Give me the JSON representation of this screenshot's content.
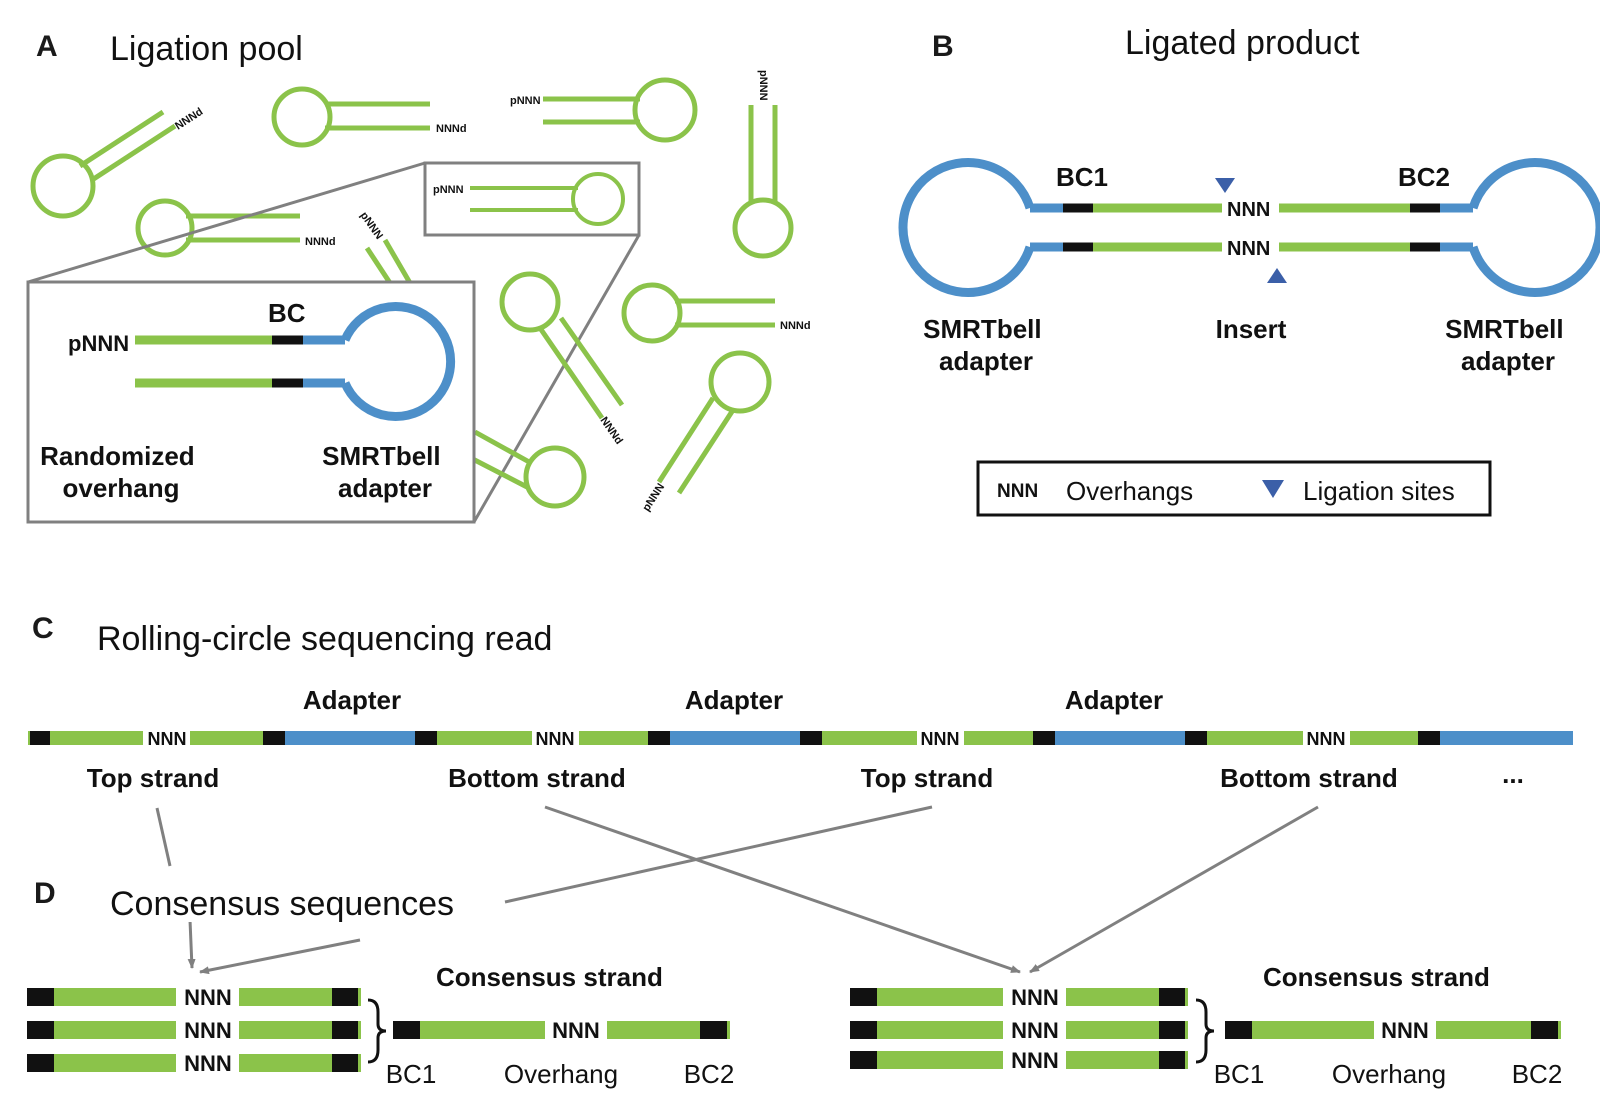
{
  "colors": {
    "green": "#8bc34a",
    "blue": "#4d8fc9",
    "black": "#111111",
    "gray": "#808080",
    "triangle": "#3b5fa8"
  },
  "panel_a": {
    "letter": "A",
    "title": "Ligation pool",
    "hairpin_label_p": "pNNN",
    "hairpin_label_d": "NNNd",
    "zoom": {
      "left_label": "pNNN",
      "bc_label": "BC",
      "randomized_line1": "Randomized",
      "randomized_line2": "overhang",
      "smrt_line1": "SMRTbell",
      "smrt_line2": "adapter"
    }
  },
  "panel_b": {
    "letter": "B",
    "title": "Ligated product",
    "bc1": "BC1",
    "bc2": "BC2",
    "nnn_top": "NNN",
    "nnn_bottom": "NNN",
    "left_line1": "SMRTbell",
    "left_line2": "adapter",
    "insert": "Insert",
    "right_line1": "SMRTbell",
    "right_line2": "adapter",
    "legend": {
      "nnn": "NNN",
      "overhangs": "Overhangs",
      "ligation": "Ligation  sites"
    }
  },
  "panel_c": {
    "letter": "C",
    "title": "Rolling-circle sequencing read",
    "adapter_labels": [
      "Adapter",
      "Adapter",
      "Adapter"
    ],
    "nnn_labels": [
      "NNN",
      "NNN",
      "NNN",
      "NNN"
    ],
    "strand_labels": [
      "Top strand",
      "Bottom strand",
      "Top strand",
      "Bottom strand"
    ],
    "ellipsis": "..."
  },
  "panel_d": {
    "letter": "D",
    "title": "Consensus sequences",
    "left": {
      "nnn_rows": [
        "NNN",
        "NNN",
        "NNN"
      ],
      "consensus_title": "Consensus  strand",
      "consensus_nnn": "NNN",
      "bc1": "BC1",
      "overhang": "Overhang",
      "bc2": "BC2"
    },
    "right": {
      "nnn_rows": [
        "NNN",
        "NNN",
        "NNN"
      ],
      "consensus_title": "Consensus  strand",
      "consensus_nnn": "NNN",
      "bc1": "BC1",
      "overhang": "Overhang",
      "bc2": "BC2"
    }
  }
}
